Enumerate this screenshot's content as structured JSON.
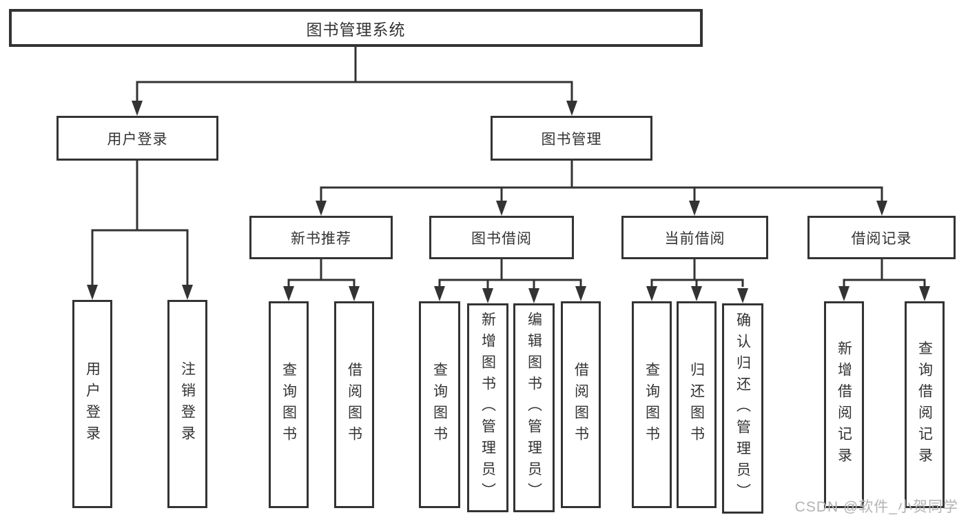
{
  "tree": {
    "root": "图书管理系统",
    "children": [
      {
        "label": "用户登录",
        "children": [
          {
            "label": "用户登录"
          },
          {
            "label": "注销登录"
          }
        ]
      },
      {
        "label": "图书管理",
        "children": [
          {
            "label": "新书推荐",
            "children": [
              {
                "label": "查询图书"
              },
              {
                "label": "借阅图书"
              }
            ]
          },
          {
            "label": "图书借阅",
            "children": [
              {
                "label": "查询图书"
              },
              {
                "label": "新增图书（管理员）"
              },
              {
                "label": "编辑图书（管理员）"
              },
              {
                "label": "借阅图书"
              }
            ]
          },
          {
            "label": "当前借阅",
            "children": [
              {
                "label": "查询图书"
              },
              {
                "label": "归还图书"
              },
              {
                "label": "确认归还（管理员）"
              }
            ]
          },
          {
            "label": "借阅记录",
            "children": [
              {
                "label": "新增借阅记录"
              },
              {
                "label": "查询借阅记录"
              }
            ]
          }
        ]
      }
    ]
  },
  "watermark": {
    "text": "CSDN @软件_小贺同学"
  },
  "colors": {
    "line": "#333333",
    "box_border": "#333333",
    "text": "#333333",
    "watermark": "#b3b3b3",
    "background": "#ffffff"
  }
}
